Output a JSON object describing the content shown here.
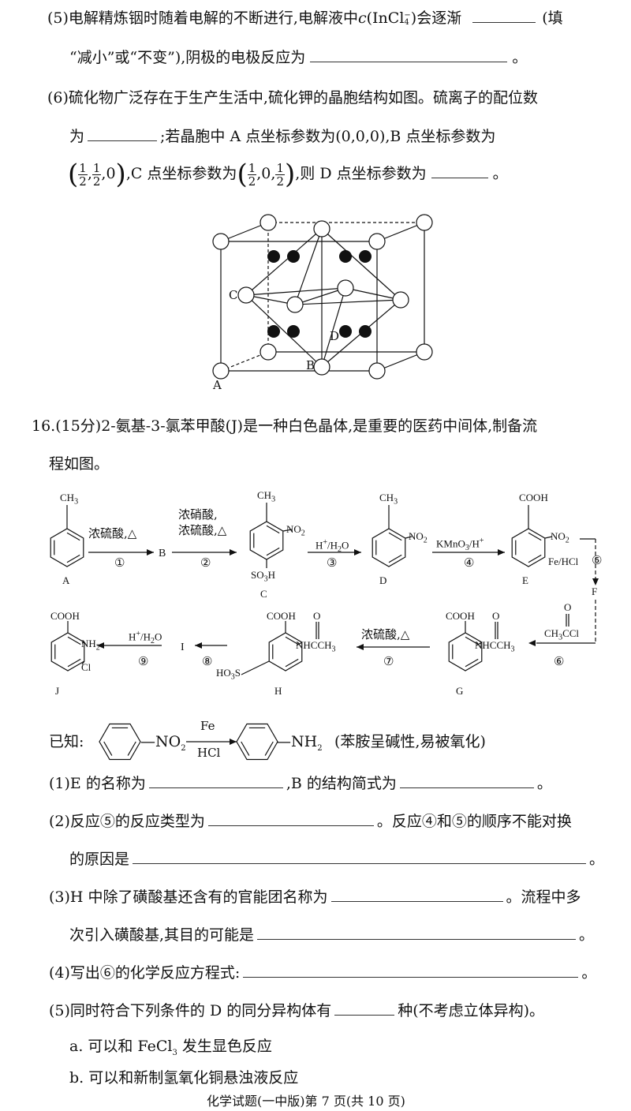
{
  "q5": {
    "line1_a": "(5)电解精炼铟时随着电解的不断进行,电解液中",
    "line1_c": "c",
    "line1_species": "(InCl",
    "line1_sub": "4",
    "line1_sup": "−",
    "line1_b": ")会逐渐",
    "line1_end": "(填",
    "line2_a": "“减小”或“不变”),阴极的电极反应为",
    "line2_end": "。"
  },
  "q6": {
    "line1": "(6)硫化物广泛存在于生产生活中,硫化钾的晶胞结构如图。硫离子的配位数",
    "line2_a": "为",
    "line2_b": ";若晶胞中 A 点坐标参数为(0,0,0),B 点坐标参数为",
    "frac_num": "1",
    "frac_den": "2",
    "zero": "0",
    "comma": ",",
    "line3_b": ",C 点坐标参数为",
    "line3_c": ",则 D 点坐标参数为",
    "line3_end": "。",
    "crystal_labels": {
      "A": "A",
      "B": "B",
      "C": "C",
      "D": "D"
    }
  },
  "q16": {
    "intro1": "16.(15分)2-氨基-3-氯苯甲酸(J)是一种白色晶体,是重要的医药中间体,制备流",
    "intro2": "程如图。",
    "scheme": {
      "CH3": "CH",
      "sub3": "3",
      "NO": "NO",
      "sub2": "2",
      "COOH": "COOH",
      "SO3H_a": "SO",
      "SO3H_b": "H",
      "NH2": "NH",
      "Cl": "Cl",
      "O": "O",
      "NHCCH": "NHCCH",
      "HO3S_a": "HO",
      "HO3S_b": "S",
      "CH3CCl_b": "CCl",
      "labels": {
        "A": "A",
        "B": "B",
        "C": "C",
        "D": "D",
        "E": "E",
        "F": "F",
        "G": "G",
        "H": "H",
        "I": "I",
        "J": "J"
      },
      "r1_top": "浓硫酸,△",
      "r1_num": "①",
      "r2_top1": "浓硝酸,",
      "r2_top2": "浓硫酸,△",
      "r2_num": "②",
      "r3_top_a": "H",
      "r3_top_b": "/H",
      "r3_top_c": "O",
      "r3_num": "③",
      "r4_top_a": "KMnO",
      "r4_top_b": "/H",
      "r4_num": "④",
      "r5_reagent": "Fe/HCl",
      "r5_num": "⑤",
      "r6_num": "⑥",
      "r7_top": "浓硫酸,△",
      "r7_num": "⑦",
      "r8_num": "⑧",
      "r9_num": "⑨",
      "plus": "+"
    },
    "known": {
      "prefix": "已知:",
      "nitro": "—NO",
      "sub2": "2",
      "fe": "Fe",
      "hcl": "HCl",
      "amino": "—NH",
      "note": "(苯胺呈碱性,易被氧化)"
    },
    "parts": {
      "p1_a": "(1)E 的名称为",
      "p1_b": ",B 的结构简式为",
      "end": "。",
      "p2_a": "(2)反应⑤的反应类型为",
      "p2_b": "。反应④和⑤的顺序不能对换",
      "p2_c": "的原因是",
      "p3_a": "(3)H 中除了磺酸基还含有的官能团名称为",
      "p3_b": "。流程中多",
      "p3_c": "次引入磺酸基,其目的可能是",
      "p4": "(4)写出⑥的化学反应方程式:",
      "p5_a": "(5)同时符合下列条件的 D 的同分异构体有",
      "p5_b": "种(不考虑立体异构)。",
      "cond_a_1": "a. 可以和 FeCl",
      "cond_a_sub": "3",
      "cond_a_2": " 发生显色反应",
      "cond_b": "b. 可以和新制氢氧化铜悬浊液反应"
    }
  },
  "footer": "化学试题(一中版)第 7 页(共 10 页)"
}
